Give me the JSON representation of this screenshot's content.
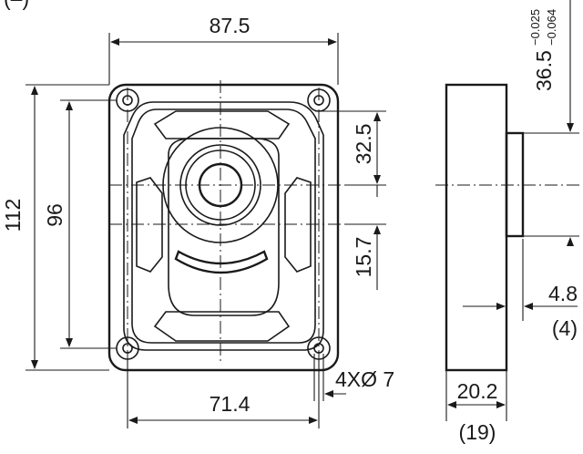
{
  "dimensions": {
    "width_top": "87.5",
    "height_total": "112",
    "hole_pitch_vertical": "96",
    "offset_upper": "32.5",
    "offset_lower": "15.7",
    "hole_pitch_horizontal": "71.4",
    "holes": "4XØ 7",
    "side_height_main": "36.5",
    "side_height_tol_upper": "−0.025",
    "side_height_tol_lower": "−0.064",
    "boss_length": "4.8",
    "boss_length_ref": "(4)",
    "body_thickness": "20.2",
    "body_thickness_ref": "(19)"
  },
  "partial_top_left": "(–)"
}
